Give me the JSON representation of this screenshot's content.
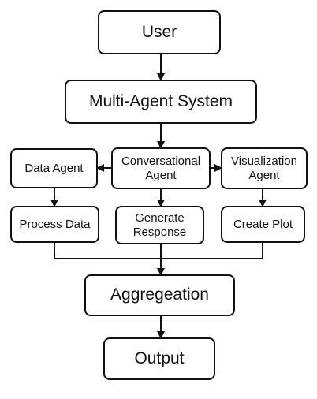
{
  "nodes": {
    "user": "User",
    "system": "Multi-Agent System",
    "data_agent": "Data Agent",
    "conv_agent": "Conversational\nAgent",
    "viz_agent": "Visualization\nAgent",
    "process": "Process Data",
    "generate": "Generate\nResponse",
    "plot": "Create Plot",
    "aggregation": "Aggregeation",
    "output": "Output"
  },
  "colors": {
    "stroke": "#111111",
    "fill": "#ffffff"
  }
}
